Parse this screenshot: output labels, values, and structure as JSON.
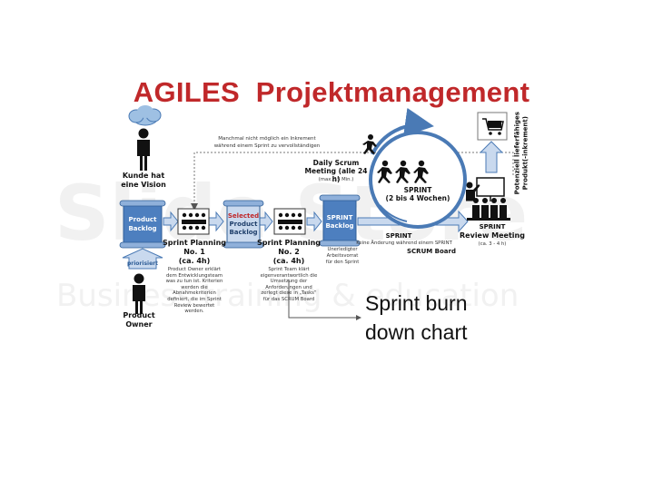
{
  "title": "AGILES  Projektmanagement",
  "watermark": {
    "line1": "Slide Store",
    "line2": "Business training & education"
  },
  "note_top": {
    "line1": "Manchmal nicht möglich ein Inkrement",
    "line2": "während einem Sprint zu vervollständigen"
  },
  "customer": {
    "line1": "Kunde hat",
    "line2": "eine Vision"
  },
  "product_owner": {
    "line1": "Product",
    "line2": "Owner"
  },
  "priorisiert": "priorisiert",
  "product_backlog": {
    "line1": "Product",
    "line2": "Backlog"
  },
  "selected_backlog": {
    "line1": "Selected",
    "line2": "Product",
    "line3": "Backlog"
  },
  "sprint_backlog": {
    "line1": "SPRINT",
    "line2": "Backlog"
  },
  "planning1": {
    "line1": "Sprint Planning",
    "line2": "No. 1",
    "line3": "(ca. 4h)",
    "desc": [
      "Product Owner erklärt",
      "dem Entwicklungsteam",
      "was zu tun ist. Kriterien",
      "werden die",
      "Abnahmekriterien",
      "definiert, die im Sprint",
      "Review bewertet",
      "werden."
    ]
  },
  "planning2": {
    "line1": "Sprint Planning",
    "line2": "No. 2",
    "line3": "(ca. 4h)",
    "desc": [
      "Sprint Team klärt",
      "eigenverantwortlich die",
      "Umsetzung der",
      "Anforderungen und",
      "zerlegt diese in „Tasks“",
      "für das SCRUM Board"
    ]
  },
  "daily_scrum": {
    "line1": "Daily Scrum",
    "line2": "Meeting (alle 24 h)",
    "sub": "(max. 15 Min.)"
  },
  "sprint_circle": {
    "line1": "SPRINT",
    "line2": "(2 bis 4 Wochen)"
  },
  "unerledigt": [
    "Unerledigter",
    "Arbeitsvorrat",
    "für den Sprint"
  ],
  "sprint_bottom": {
    "title": "SPRINT",
    "sub": "Keine Änderung während einem SPRINT",
    "board": "SCRUM Board"
  },
  "review": {
    "line1": "SPRINT",
    "line2": "Review Meeting",
    "sub": "(ca. 3 - 4 h)"
  },
  "vertical": {
    "line1": "Potenziell lieferfähiges",
    "line2": "Produkt(-inkrement)"
  },
  "burn_down": {
    "line1": "Sprint burn",
    "line2": "down chart"
  },
  "colors": {
    "title": "#c0282a",
    "accent": "#4a7ab5",
    "arrow_fill": "#c9d9ee",
    "doc_fill": "#4d7fbf",
    "selected_text": "#c0282a",
    "cloud": "#9ec0e3"
  }
}
